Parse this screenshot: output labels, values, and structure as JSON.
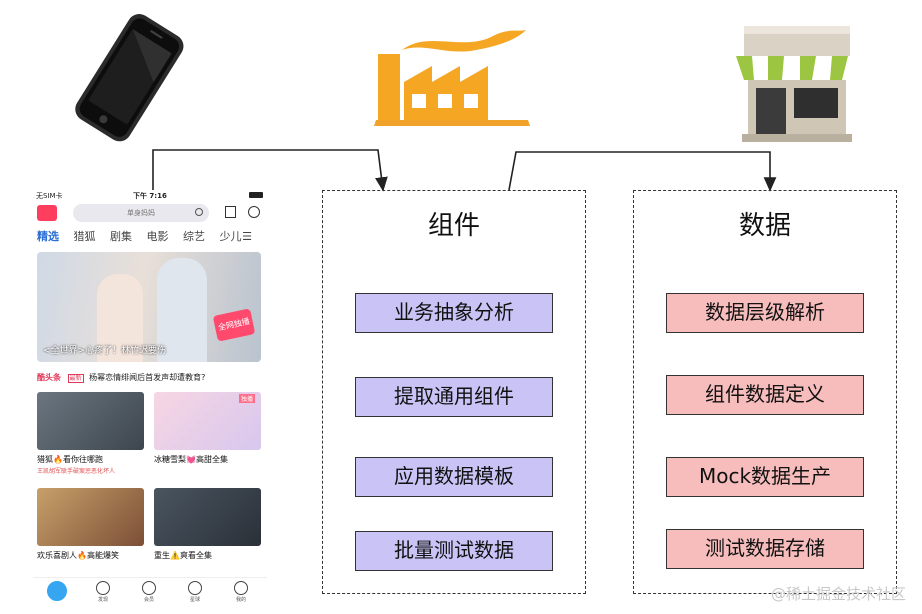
{
  "panels": {
    "components": {
      "title": "组件",
      "items": [
        "业务抽象分析",
        "提取通用组件",
        "应用数据模板",
        "批量测试数据"
      ]
    },
    "data": {
      "title": "数据",
      "items": [
        "数据层级解析",
        "组件数据定义",
        "Mock数据生产",
        "测试数据存储"
      ]
    }
  },
  "icons": {
    "phone": "smartphone-icon",
    "factory": "factory-icon",
    "store": "storefront-icon"
  },
  "colors": {
    "component_chip": "#c9c3f6",
    "data_chip": "#f7bdbd",
    "factory": "#f5a623",
    "awning_green": "#9cc641"
  },
  "phone_screen": {
    "status_carrier": "无SIM卡",
    "status_time": "下午 7:16",
    "search_placeholder": "单身妈妈",
    "tabs": [
      "精选",
      "猎狐",
      "剧集",
      "电影",
      "综艺",
      "少儿"
    ],
    "banner_caption": "<全世界>心疼了！林竹迟要伤",
    "banner_badge": "全网独播",
    "news_brand": "酷头条",
    "news_tag": "最新",
    "news_text": "杨幂恋情绯闻后首发声却遭教育?",
    "cards": [
      {
        "title": "猎狐🔥看你往哪跑",
        "sub": "王凯胡军联手破案惩恶化坏人",
        "badge": ""
      },
      {
        "title": "冰糖雪梨💓高甜全集",
        "sub": "",
        "badge": "独播"
      },
      {
        "title": "欢乐喜剧人🔥高能爆笑",
        "sub": "",
        "badge": ""
      },
      {
        "title": "重生⚠️爽看全集",
        "sub": "",
        "badge": ""
      }
    ],
    "bottom_nav": [
      "",
      "发现",
      "会员",
      "星球",
      "我的"
    ]
  },
  "watermark": "@稀土掘金技术社区"
}
